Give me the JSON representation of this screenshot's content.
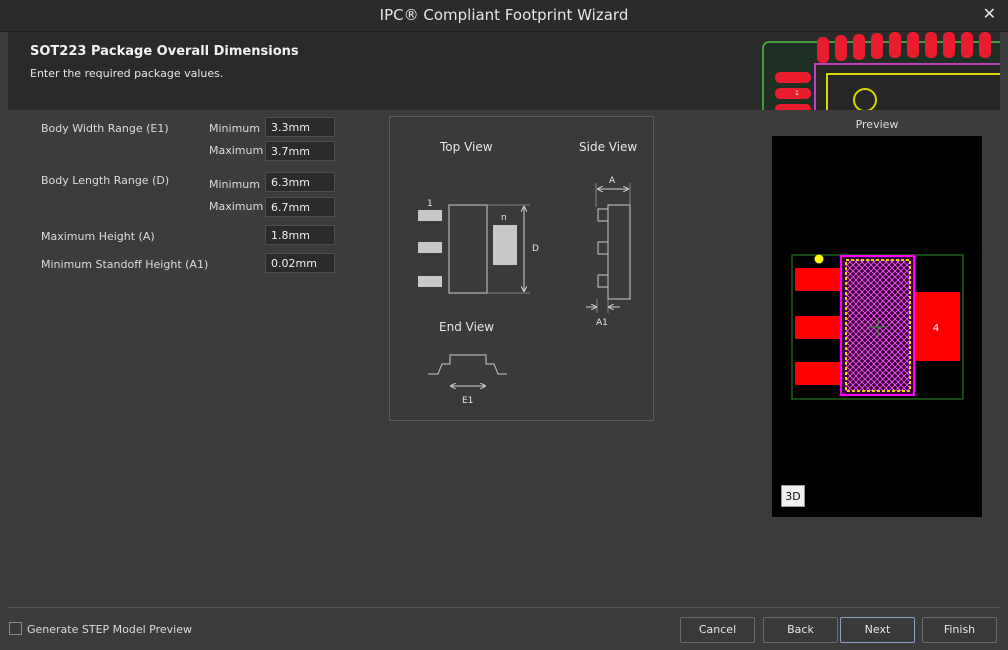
{
  "window": {
    "title": "IPC® Compliant Footprint Wizard",
    "close_glyph": "✕"
  },
  "header": {
    "title": "SOT223 Package Overall Dimensions",
    "subtitle": "Enter the required package values.",
    "graphic_pad_labels": [
      "1"
    ]
  },
  "fields": {
    "body_width": {
      "label": "Body Width Range (E1)",
      "min_label": "Minimum",
      "min_value": "3.3mm",
      "max_label": "Maximum",
      "max_value": "3.7mm"
    },
    "body_length": {
      "label": "Body Length Range (D)",
      "min_label": "Minimum",
      "min_value": "6.3mm",
      "max_label": "Maximum",
      "max_value": "6.7mm"
    },
    "max_height": {
      "label": "Maximum Height (A)",
      "value": "1.8mm"
    },
    "min_standoff": {
      "label": "Minimum Standoff Height (A1)",
      "value": "0.02mm"
    }
  },
  "diagram": {
    "top_view": "Top View",
    "side_view": "Side View",
    "end_view": "End View",
    "pin1": "1",
    "pin_n": "n",
    "dim_d": "D",
    "dim_a": "A",
    "dim_a1": "A1",
    "dim_e1": "E1"
  },
  "preview": {
    "label": "Preview",
    "pad4_label": "4",
    "btn_3d": "3D"
  },
  "footer": {
    "step_preview_label": "Generate STEP Model Preview",
    "step_preview_checked": false,
    "cancel": "Cancel",
    "back": "Back",
    "next": "Next",
    "finish": "Finish"
  },
  "colors": {
    "pad_red": "#ff0000",
    "outline_magenta": "#ff00ff",
    "courtyard_green": "#3a8a3a",
    "pin1_yellow": "#ffff00"
  }
}
